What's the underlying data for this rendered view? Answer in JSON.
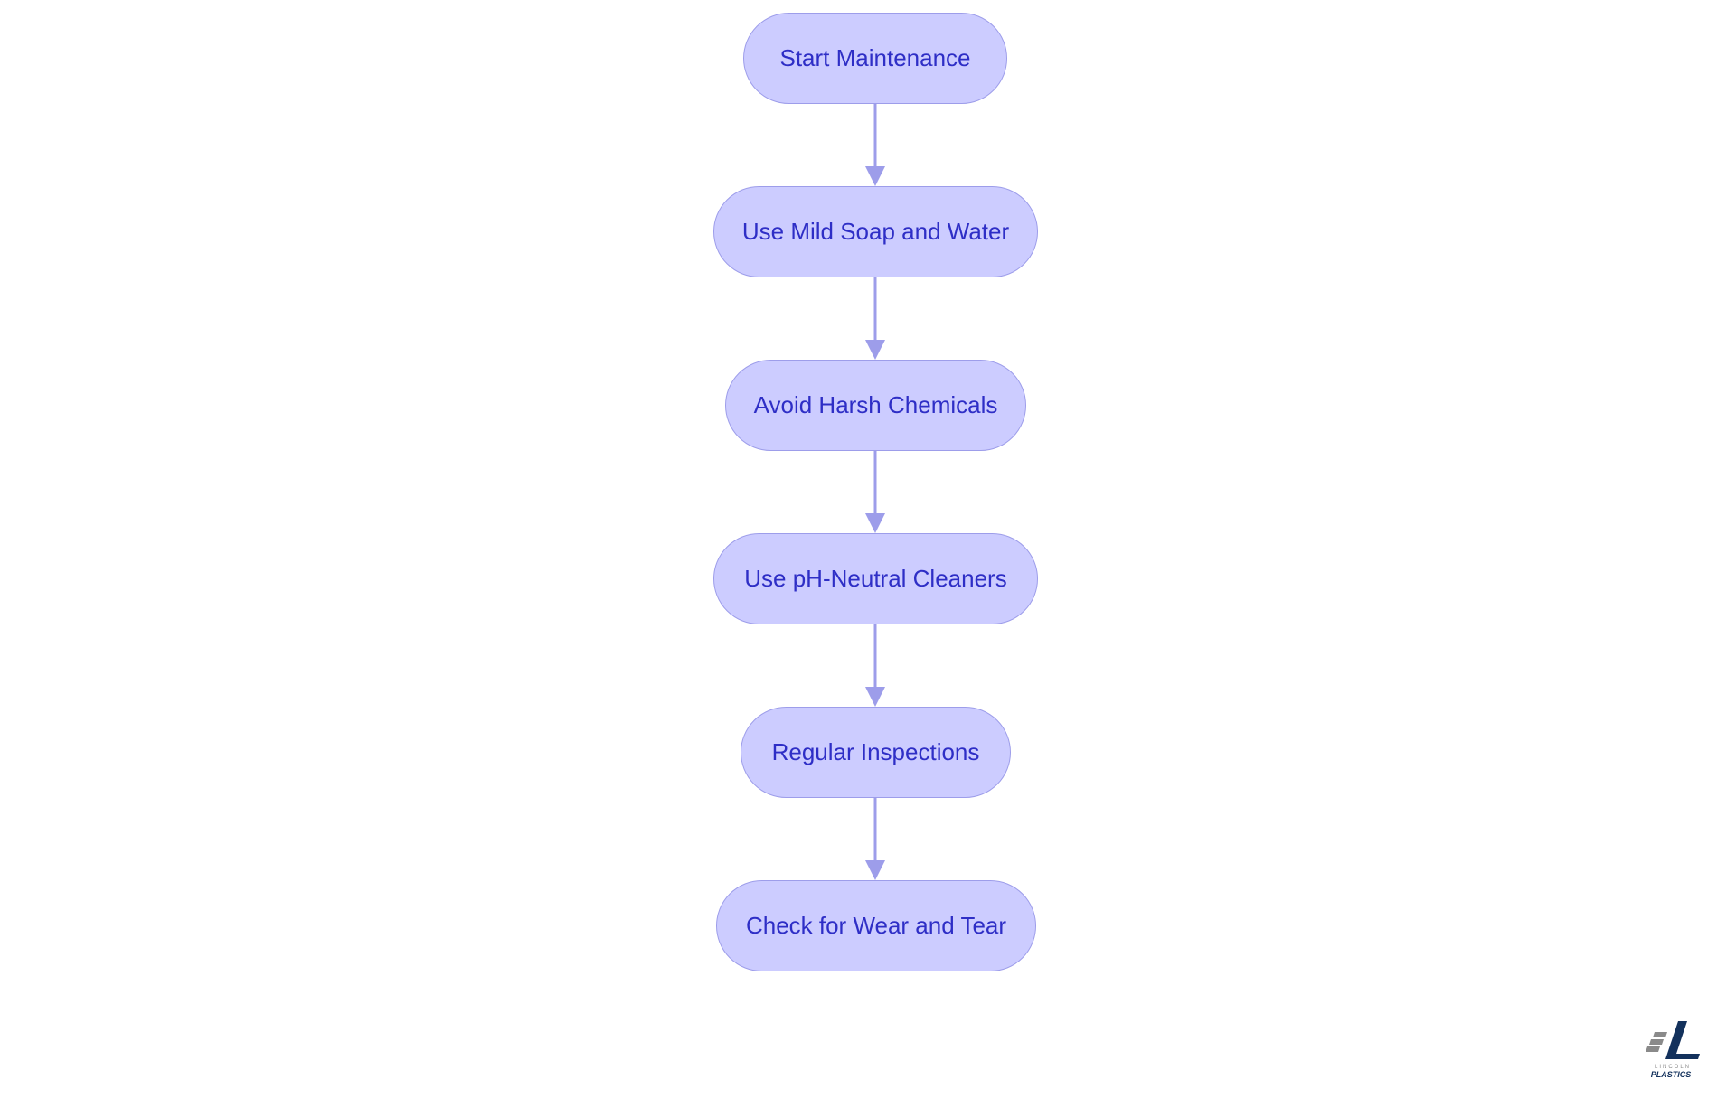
{
  "diagram": {
    "steps": [
      {
        "label": "Start Maintenance"
      },
      {
        "label": "Use Mild Soap and Water"
      },
      {
        "label": "Avoid Harsh Chemicals"
      },
      {
        "label": "Use pH-Neutral Cleaners"
      },
      {
        "label": "Regular Inspections"
      },
      {
        "label": "Check for Wear and Tear"
      }
    ],
    "colors": {
      "node_fill": "#ccccff",
      "node_border": "#9d9dea",
      "node_text": "#2e2ec6",
      "arrow": "#9d9dea"
    }
  },
  "logo": {
    "name": "lincoln-plastics-logo",
    "text_line1": "LINCOLN",
    "text_line2": "PLASTICS",
    "colors": {
      "primary": "#13315c",
      "secondary": "#8a8a8a"
    }
  }
}
